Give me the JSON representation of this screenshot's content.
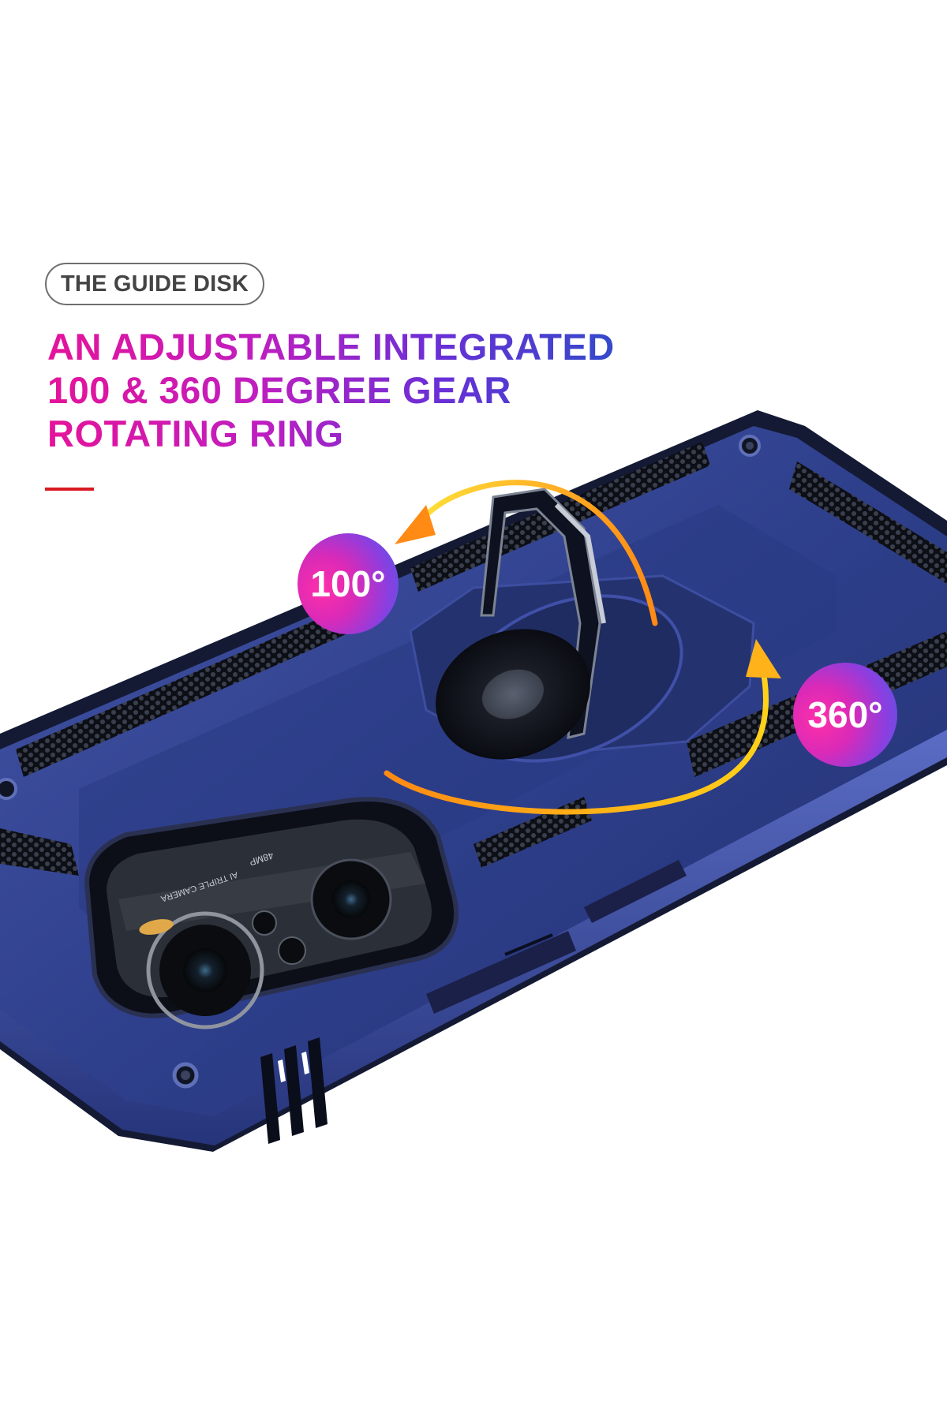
{
  "tag": {
    "label": "THE GUIDE DISK"
  },
  "headline": {
    "lines": [
      "AN ADJUSTABLE INTEGRATED",
      "100 & 360 DEGREE GEAR",
      "ROTATING RING"
    ]
  },
  "camera": {
    "print_top": "48MP",
    "print_bottom": "AI TRIPLE CAMERA"
  },
  "badges": {
    "rotation_small": "100°",
    "rotation_full": "360°"
  },
  "colors": {
    "case_blue": "#2c3c86",
    "case_blue_light": "#4a5ab0",
    "case_dark": "#141a33",
    "accent_red": "#d71820",
    "gradient_pink": "#e5139a",
    "gradient_blue": "#2a4fc8",
    "arrow_yellow": "#ffd21a",
    "arrow_orange": "#ff7a12"
  },
  "icons": {
    "ring_stand": "ring-holder-icon",
    "rotate_arrows": "rotate-arrow-icon"
  }
}
